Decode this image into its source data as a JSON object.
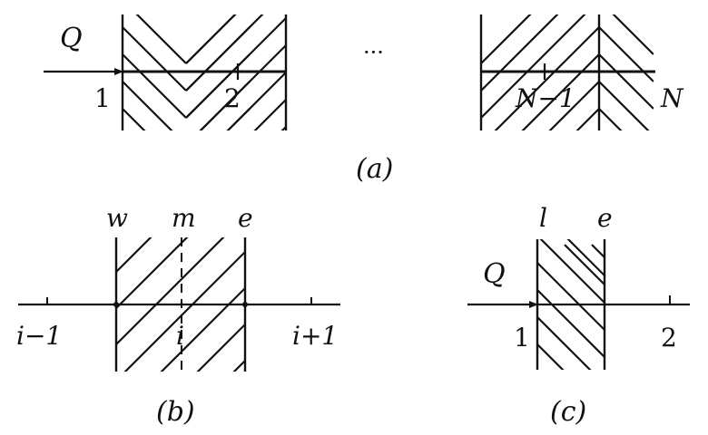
{
  "panel_a": {
    "flow_label": "Q",
    "ellipsis": "···",
    "node_labels": [
      "1",
      "2",
      "N−1",
      "N"
    ],
    "caption": "(a)"
  },
  "panel_b": {
    "face_labels": [
      "w",
      "m",
      "e"
    ],
    "node_labels": [
      "i−1",
      "i",
      "i+1"
    ],
    "caption": "(b)"
  },
  "panel_c": {
    "flow_label": "Q",
    "face_labels": [
      "l",
      "e"
    ],
    "node_labels": [
      "1",
      "2"
    ],
    "caption": "(c)"
  }
}
